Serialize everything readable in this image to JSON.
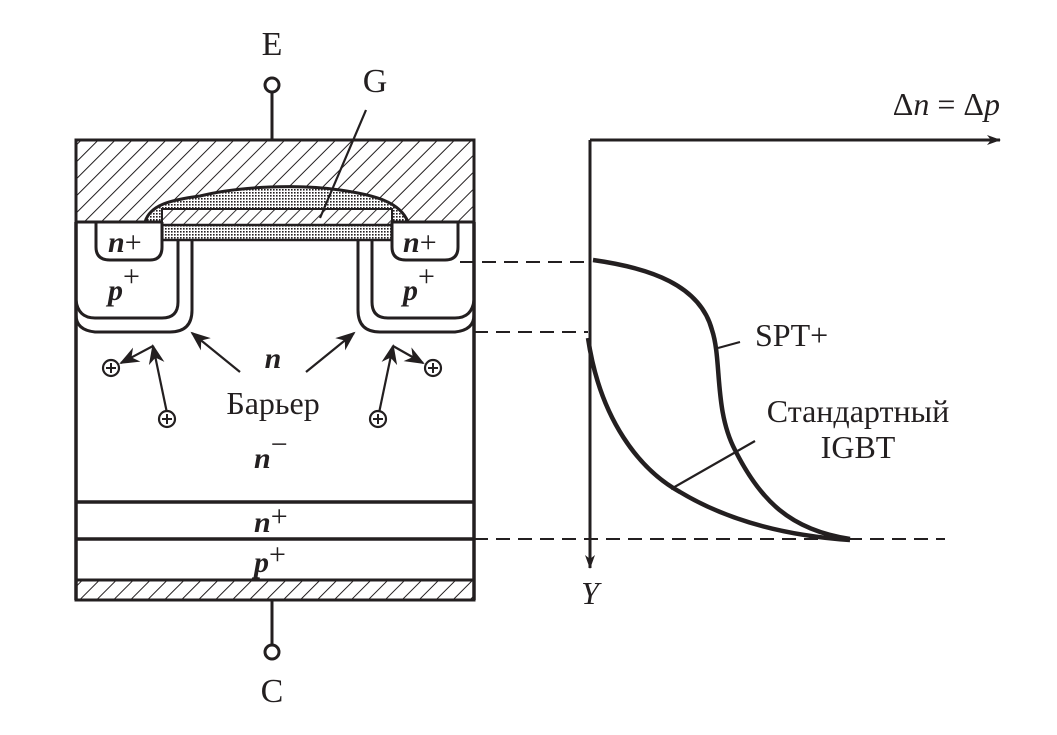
{
  "diagram": {
    "terminals": {
      "emitter": "E",
      "gate": "G",
      "collector": "C"
    },
    "device_labels": {
      "n_plus_left": {
        "base": "n",
        "sup": "+"
      },
      "n_plus_right": {
        "base": "n",
        "sup": "+"
      },
      "p_plus_left": {
        "base": "p",
        "sup": "+"
      },
      "p_plus_right": {
        "base": "p",
        "sup": "+"
      },
      "n_barrier": "n",
      "barrier_caption": "Барьер",
      "n_minus": {
        "base": "n",
        "sup": "−"
      },
      "n_plus_buffer": {
        "base": "n",
        "sup": "+"
      },
      "p_plus_collector": {
        "base": "p",
        "sup": "+"
      },
      "hole_symbol": "⊕"
    },
    "plot": {
      "x_axis_label": {
        "d1": "Δ",
        "v1": "n",
        "eq": " = ",
        "d2": "Δ",
        "v2": "p"
      },
      "y_axis_label": "Y",
      "curves": [
        {
          "name": "SPT+",
          "label": "SPT+"
        },
        {
          "name": "standard",
          "label_line1": "Стандартный",
          "label_line2": "IGBT"
        }
      ]
    },
    "colors": {
      "ink": "#231f20",
      "background": "#ffffff"
    }
  }
}
